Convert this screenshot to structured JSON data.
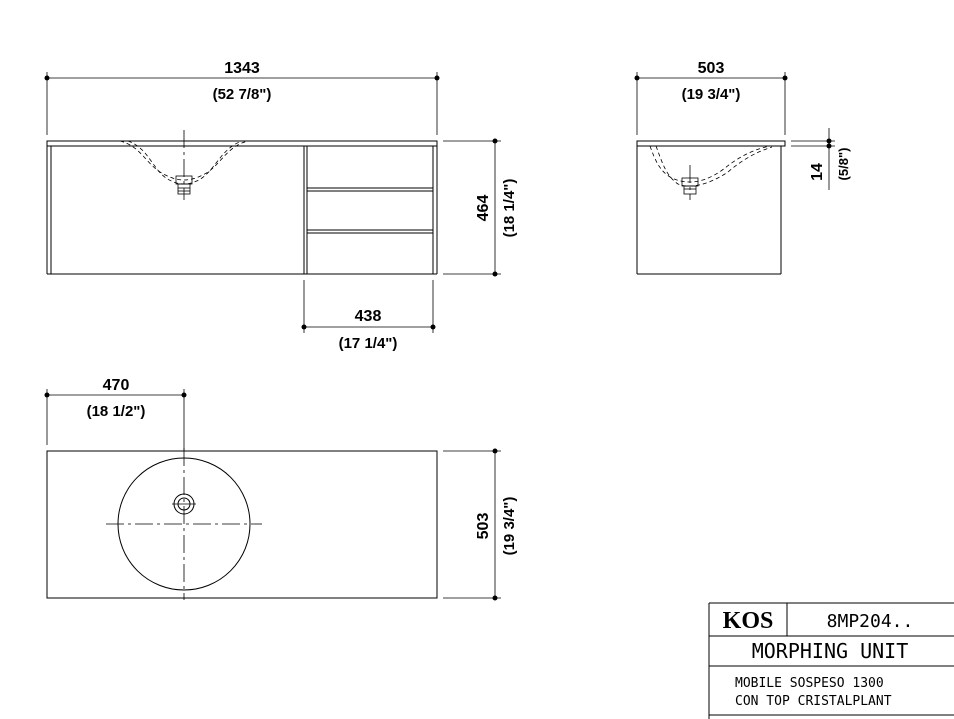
{
  "front_view": {
    "width_mm": "1343",
    "width_in": "(52 7/8\")",
    "height_mm": "464",
    "height_in": "(18 1/4\")",
    "drawer_width_mm": "438",
    "drawer_width_in": "(17 1/4\")"
  },
  "side_view": {
    "depth_mm": "503",
    "depth_in": "(19 3/4\")",
    "top_thickness_mm": "14",
    "top_thickness_in": "(5/8\")"
  },
  "top_view": {
    "basin_offset_mm": "470",
    "basin_offset_in": "(18 1/2\")",
    "depth_mm": "503",
    "depth_in": "(19 3/4\")"
  },
  "title_block": {
    "brand": "KOS",
    "code": "8MP204..",
    "product_name": "MORPHING UNIT",
    "description_line1": "MOBILE SOSPESO 1300",
    "description_line2": "CON TOP CRISTALPLANT"
  }
}
